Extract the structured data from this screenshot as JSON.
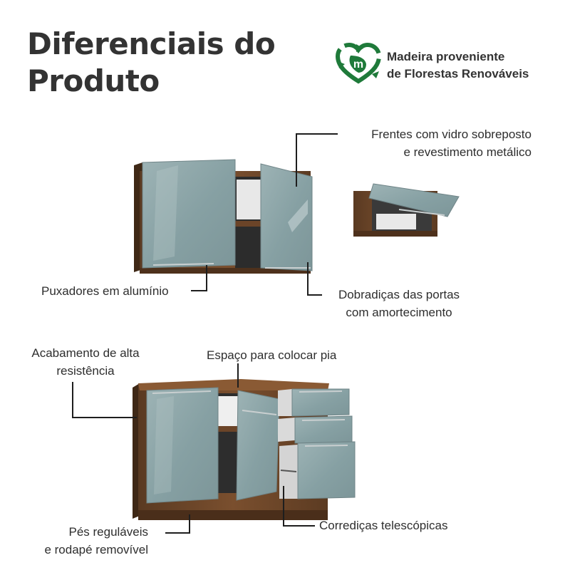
{
  "title": {
    "line1": "Diferenciais do",
    "line2": "Produto"
  },
  "badge": {
    "icon": "recycle-heart-leaf-icon",
    "letter": "m",
    "line1": "Madeira proveniente",
    "line2": "de Florestas Renováveis",
    "color": "#1f7a3a"
  },
  "callouts": {
    "frentes": {
      "line1": "Frentes com vidro sobreposto",
      "line2": "e revestimento metálico"
    },
    "puxadores": "Puxadores em alumínio",
    "dobradicas": {
      "line1": "Dobradiças das portas",
      "line2": "com amortecimento"
    },
    "acabamento": {
      "line1": "Acabamento de alta",
      "line2": "resistência"
    },
    "espaco": "Espaço para colocar pia",
    "pes": {
      "line1": "Pés reguláveis",
      "line2": "e rodapé removível"
    },
    "corredicas": "Corrediças telescópicas"
  },
  "colors": {
    "wood": "#6b4428",
    "wood_dark": "#4a2e1a",
    "glass": "#8fa6a8",
    "glass_light": "#b5c6c7",
    "leader_line": "#1e1e1e"
  }
}
